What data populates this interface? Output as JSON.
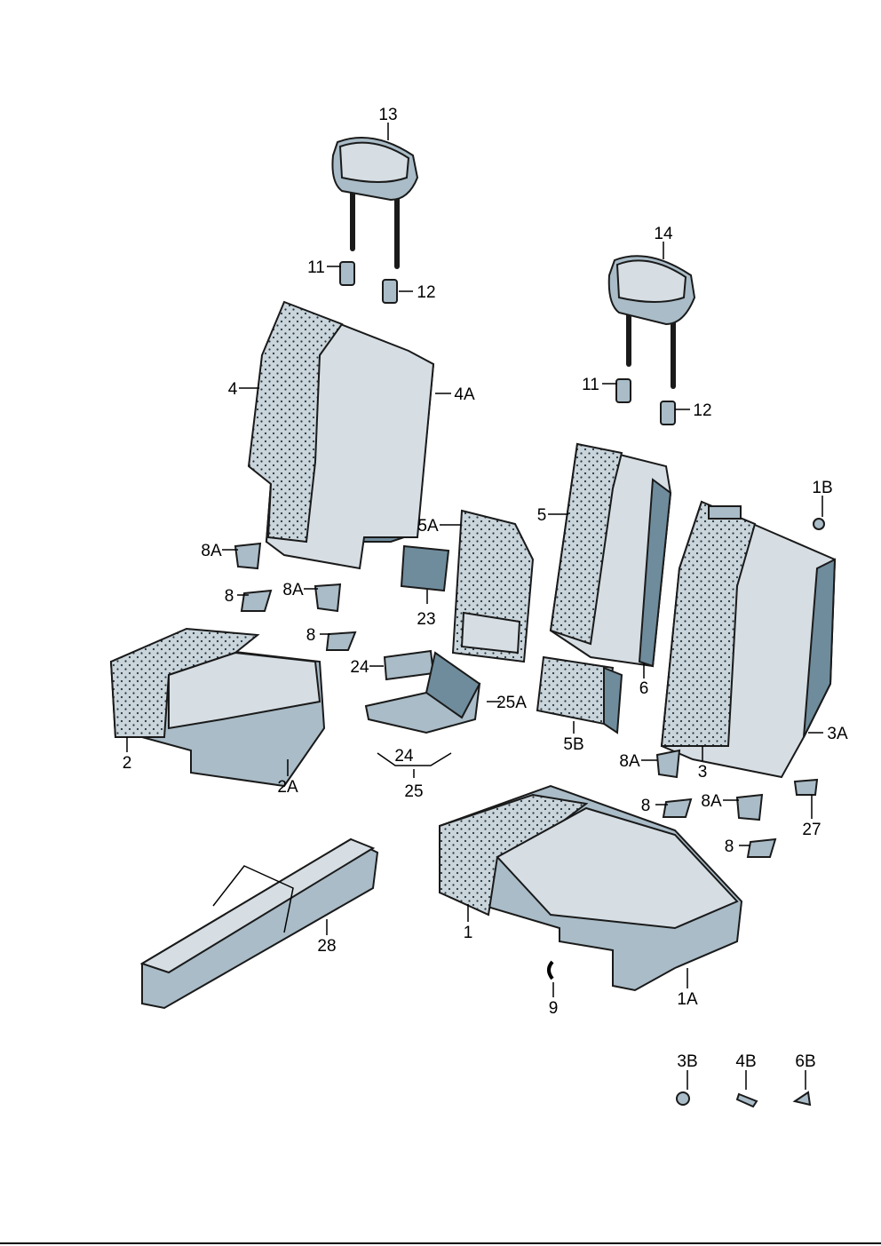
{
  "labels": [
    "13",
    "11",
    "12",
    "14",
    "11",
    "12",
    "4",
    "4A",
    "1B",
    "5",
    "5A",
    "8A",
    "23",
    "8",
    "8A",
    "8",
    "24",
    "25A",
    "6",
    "5B",
    "3A",
    "2",
    "2A",
    "24",
    "25",
    "8A",
    "3",
    "8",
    "8A",
    "27",
    "8",
    "1",
    "28",
    "9",
    "1A",
    "3B",
    "4B",
    "6B"
  ],
  "colors": {
    "light": "#d6dee4",
    "mid": "#a9bcc7",
    "dark": "#6f8c9c",
    "line": "#1a1a1a"
  }
}
